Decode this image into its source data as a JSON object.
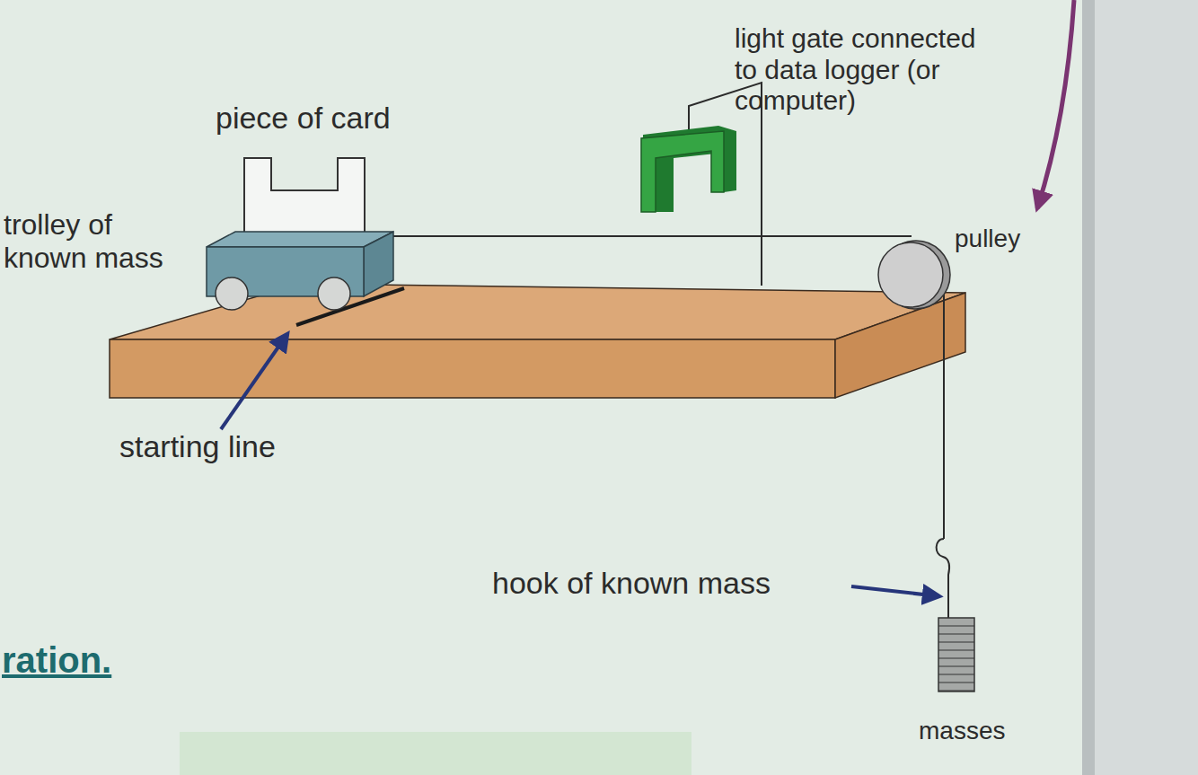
{
  "diagram": {
    "labels": [
      "light gate connected to data logger (or computer)",
      "piece of card",
      "trolley of known mass",
      "pulley",
      "starting line",
      "hook of known mass",
      "masses",
      "ration."
    ]
  }
}
